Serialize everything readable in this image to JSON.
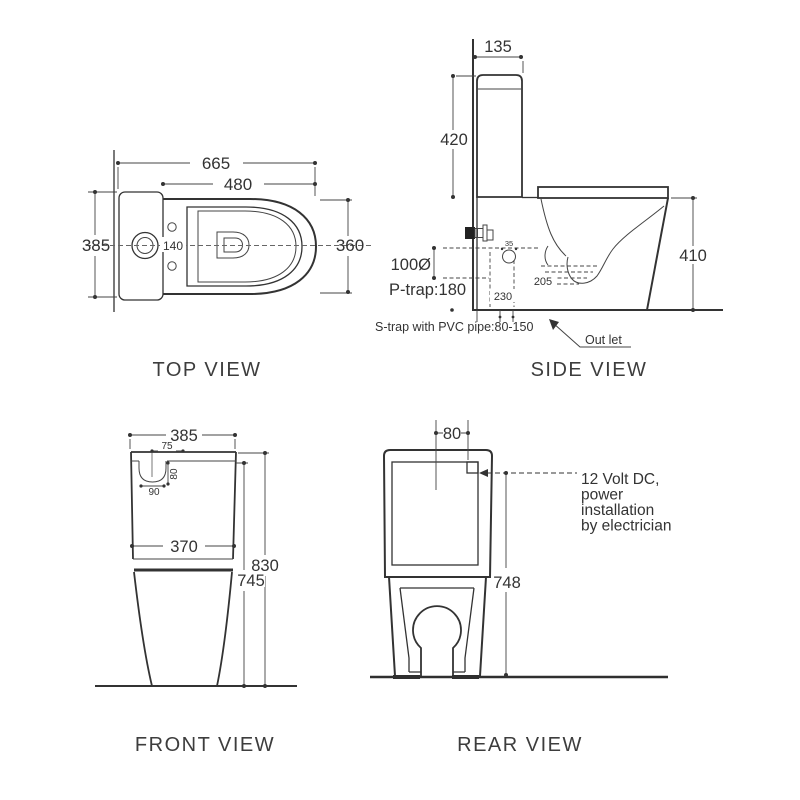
{
  "drawing": {
    "background_color": "#ffffff",
    "line_color": "#333333"
  },
  "top_view": {
    "label": "TOP VIEW",
    "dim_total_width": "665",
    "dim_seat_width": "480",
    "dim_depth": "385",
    "dim_bowl_width": "360",
    "dim_tank_offset": "140"
  },
  "side_view": {
    "label": "SIDE VIEW",
    "dim_tank_depth": "135",
    "dim_tank_height": "420",
    "dim_bowl_height": "410",
    "dim_inlet_diameter": "100Ø",
    "dim_ptrap": "P-trap:180",
    "dim_inlet_offset": "35",
    "dim_trap_setout": "230",
    "dim_trap_height": "205",
    "note_strap": "S-trap with PVC pipe:80-150",
    "callout_outlet": "Out let"
  },
  "front_view": {
    "label": "FRONT VIEW",
    "dim_width": "385",
    "dim_notch_offset": "75",
    "dim_notch_depth": "80",
    "dim_notch_width": "90",
    "dim_tank_width": "370",
    "dim_total_height": "830",
    "dim_tank_height": "745"
  },
  "rear_view": {
    "label": "REAR VIEW",
    "dim_power_offset": "80",
    "dim_height": "748",
    "note_lines": [
      "12 Volt DC,",
      "power",
      "installation",
      "by electrician"
    ]
  }
}
